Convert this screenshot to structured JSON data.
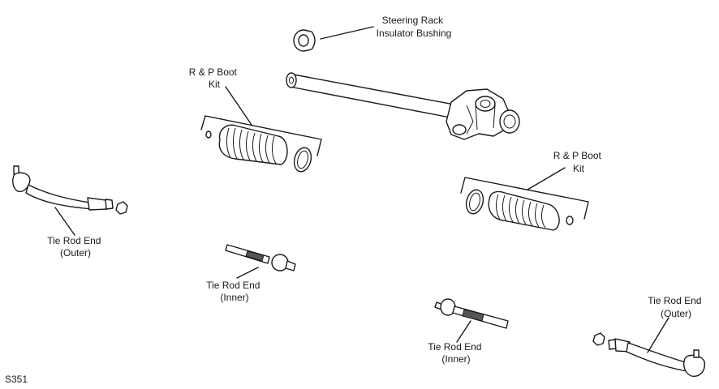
{
  "labels": {
    "insulator_bushing": [
      "Steering Rack",
      "Insulator Bushing"
    ],
    "boot_kit_left": [
      "R & P Boot",
      "Kit"
    ],
    "boot_kit_right": [
      "R & P Boot",
      "Kit"
    ],
    "tie_rod_outer_left": [
      "Tie Rod End",
      "(Outer)"
    ],
    "tie_rod_inner_left": [
      "Tie Rod End",
      "(Inner)"
    ],
    "tie_rod_inner_right": [
      "Tie Rod End",
      "(Inner)"
    ],
    "tie_rod_outer_right": [
      "Tie Rod End",
      "(Outer)"
    ]
  },
  "figure_code": "S351"
}
